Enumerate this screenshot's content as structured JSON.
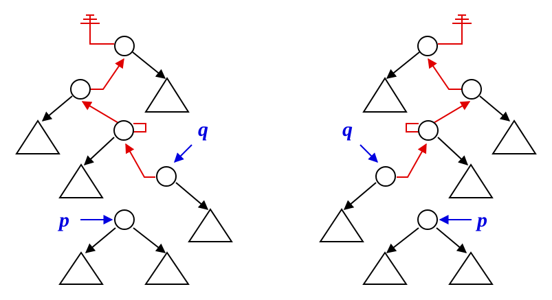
{
  "labels": {
    "left_q": "q",
    "left_p": "p",
    "right_q": "q",
    "right_p": "p"
  },
  "colors": {
    "tree_edges": "#000000",
    "parent_pointers": "#e00000",
    "variable_pointers": "#0000e0",
    "nil_ground": "#e00000"
  }
}
